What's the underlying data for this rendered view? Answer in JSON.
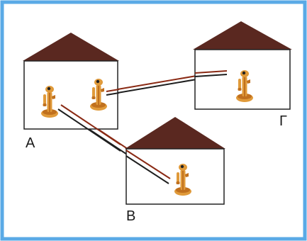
{
  "frame": {
    "border_color": "#5aaae6",
    "background": "#ffffff"
  },
  "colors": {
    "roof": "#5a2820",
    "wall_stroke": "#222222",
    "wire_dark": "#1e1e1e",
    "wire_red": "#8a2a14",
    "phone_body": "#e09a3a",
    "phone_shade": "#c0701e",
    "phone_dark": "#222222"
  },
  "houses": [
    {
      "id": "A",
      "label": "Α",
      "phones": 2
    },
    {
      "id": "B",
      "label": "Β",
      "phones": 1
    },
    {
      "id": "G",
      "label": "Γ",
      "phones": 1
    }
  ],
  "connections": [
    {
      "from": "A",
      "to": "G"
    },
    {
      "from": "A",
      "to": "B"
    }
  ],
  "icons": {
    "phone": "candlestick-telephone-icon"
  }
}
